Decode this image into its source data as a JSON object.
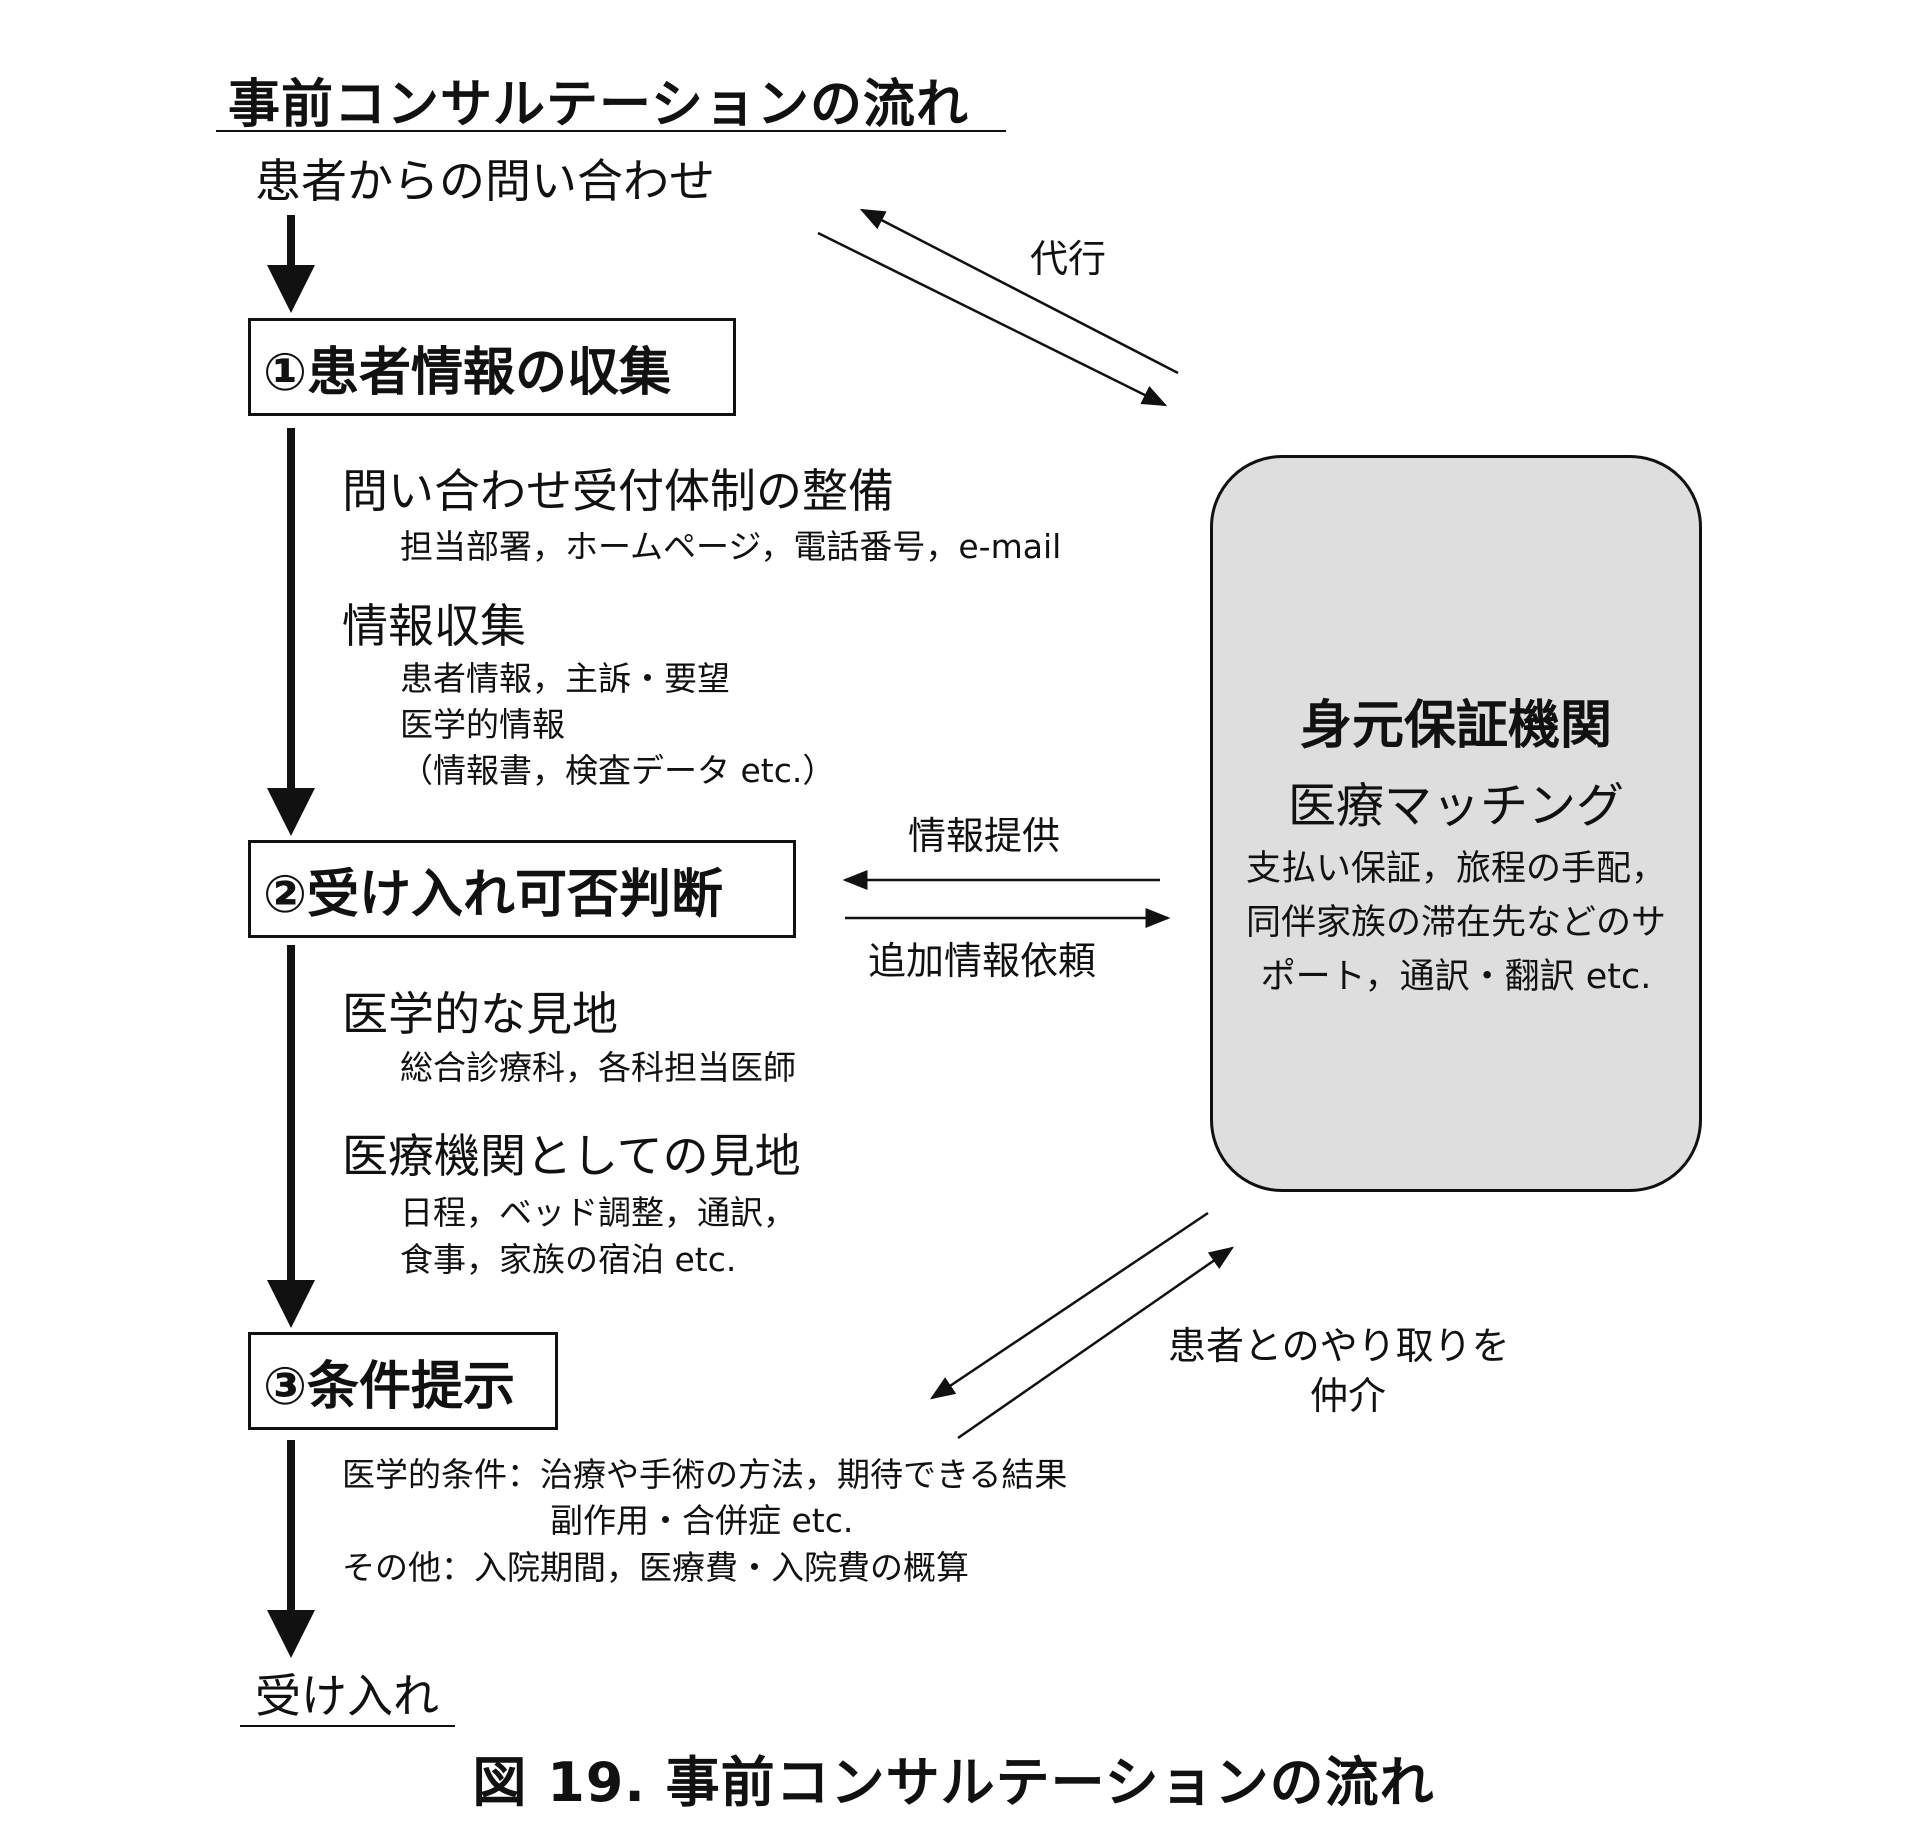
{
  "title": "事前コンサルテーションの流れ",
  "start_label": "患者からの問い合わせ",
  "end_label": "受け入れ",
  "caption": "図 19.  事前コンサルテーションの流れ",
  "steps": [
    {
      "label": "①患者情報の収集",
      "sections": [
        {
          "heading": "問い合わせ受付体制の整備",
          "lines": [
            "担当部署，ホームページ，電話番号，e-mail"
          ]
        },
        {
          "heading": "情報収集",
          "lines": [
            "患者情報，主訴・要望",
            "医学的情報",
            "（情報書，検査データ etc.）"
          ]
        }
      ]
    },
    {
      "label": "②受け入れ可否判断",
      "sections": [
        {
          "heading": "医学的な見地",
          "lines": [
            "総合診療科，各科担当医師"
          ]
        },
        {
          "heading": "医療機関としての見地",
          "lines": [
            "日程，ベッド調整，通訳，",
            "食事，家族の宿泊 etc."
          ]
        }
      ]
    },
    {
      "label": "③条件提示",
      "conditions": [
        "医学的条件：治療や手術の方法，期待できる結果",
        "副作用・合併症 etc.",
        "その他：入院期間，医療費・入院費の概算"
      ]
    }
  ],
  "organization": {
    "name": "身元保証機関",
    "subtitle": "医療マッチング",
    "description": [
      "支払い保証，旅程の手配，",
      "同伴家族の滞在先などのサ",
      "ポート，通訳・翻訳 etc."
    ]
  },
  "exchange_labels": {
    "proxy": "代行",
    "info_provide": "情報提供",
    "info_request": "追加情報依頼",
    "mediate_line1": "患者とのやり取りを",
    "mediate_line2": "仲介"
  }
}
